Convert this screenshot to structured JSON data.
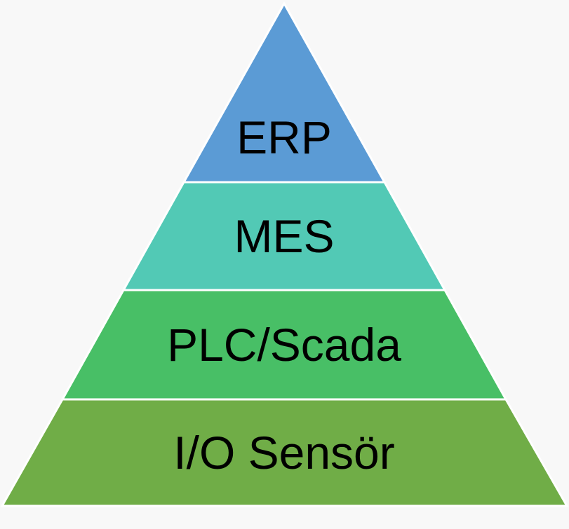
{
  "diagram": {
    "type": "pyramid",
    "levels": [
      {
        "label": "ERP",
        "color": "#5B9BD5"
      },
      {
        "label": "MES",
        "color": "#52C9B5"
      },
      {
        "label": "PLC/Scada",
        "color": "#48BF66"
      },
      {
        "label": "I/O Sensör",
        "color": "#70AD47"
      }
    ]
  }
}
